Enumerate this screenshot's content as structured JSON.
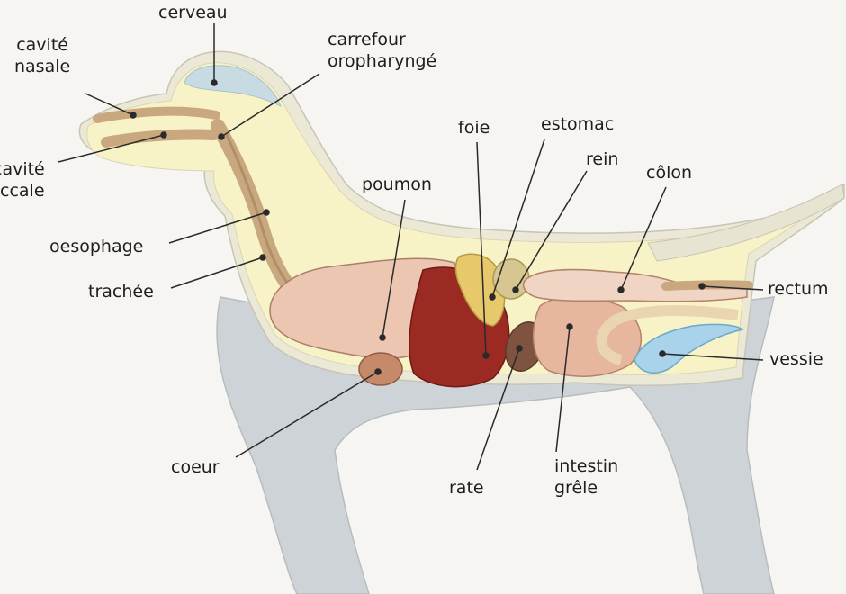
{
  "labels": {
    "cerveau": "cerveau",
    "cavite_nasale": [
      "cavité",
      "nasale"
    ],
    "carrefour": [
      "carrefour",
      "oropharyngé"
    ],
    "cavite_buccale": [
      "cavité",
      "ccale"
    ],
    "foie": "foie",
    "estomac": "estomac",
    "rein": "rein",
    "colon": "côlon",
    "poumon": "poumon",
    "oesophage": "oesophage",
    "trachee": "trachée",
    "rectum": "rectum",
    "vessie": "vessie",
    "coeur": "coeur",
    "rate": "rate",
    "intestin": [
      "intestin",
      "grêle"
    ]
  },
  "colors": {
    "body_outline": "#d6d3c9",
    "body_fill": "#f7f3c6",
    "legs": "#cdd3d6",
    "tract": "#c9a880",
    "brain": "#c9dbe2",
    "lung": "#ecc6b0",
    "liver": "#9b2a22",
    "stomach": "#e7c86a",
    "kidney": "#d8c690",
    "spleen": "#7e5440",
    "heart": "#c68a6a",
    "intestine": "#e6b79e",
    "colon": "#f0d4c4",
    "bladder": "#a8d3ea"
  }
}
